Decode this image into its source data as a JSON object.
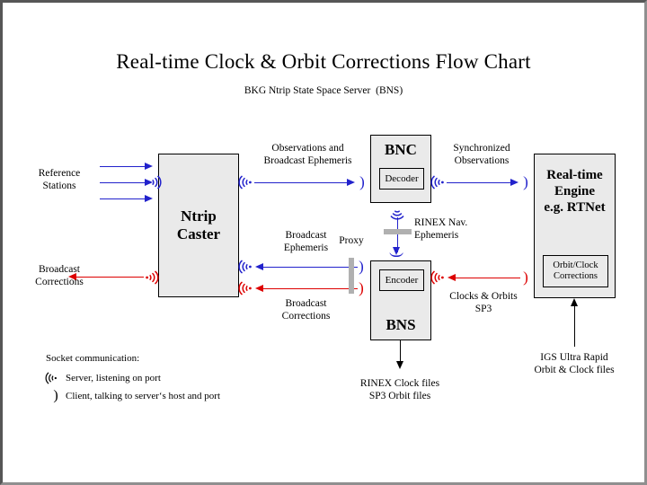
{
  "page": {
    "title": "Real-time Clock & Orbit Corrections Flow Chart",
    "subtitle": "BKG Ntrip State Space Server  (BNS)"
  },
  "colors": {
    "blue": "#2222cc",
    "red": "#dd0000",
    "black": "#000000",
    "box_fill": "#eaeaea",
    "proxy_gray": "#b0b0b0",
    "frame_dark": "#565656",
    "frame_light": "#8f8f8f"
  },
  "boxes": {
    "caster": {
      "label": "Ntrip\nCaster"
    },
    "bnc": {
      "label": "BNC",
      "sub": "Decoder"
    },
    "bns": {
      "label": "BNS",
      "sub": "Encoder"
    },
    "rte": {
      "label": "Real-time\nEngine\ne.g. RTNet",
      "sub": "Orbit/Clock\nCorrections"
    }
  },
  "labels": {
    "reference_stations": "Reference\nStations",
    "broadcast_corrections_left": "Broadcast\nCorrections",
    "observations_and_broadcast_ephemeris": "Observations and\nBroadcast Ephemeris",
    "synchronized_observations": "Synchronized\nObservations",
    "rinex_nav_ephemeris": "RINEX Nav.\nEphemeris",
    "broadcast_ephemeris": "Broadcast\nEphemeris",
    "broadcast_corrections_center": "Broadcast\nCorrections",
    "proxy": "Proxy",
    "clocks_and_orbits_sp3": "Clocks & Orbits\nSP3",
    "rinex_clock_files": "RINEX Clock files\nSP3 Orbit files",
    "igs_ultra_rapid": "IGS Ultra Rapid\nOrbit & Clock files"
  },
  "legend": {
    "title": "Socket communication:",
    "server": "Server, listening on port",
    "client": "Client, talking to server‘s host and port",
    "server_icon": "socket-server-icon",
    "client_icon": "socket-client-icon"
  }
}
